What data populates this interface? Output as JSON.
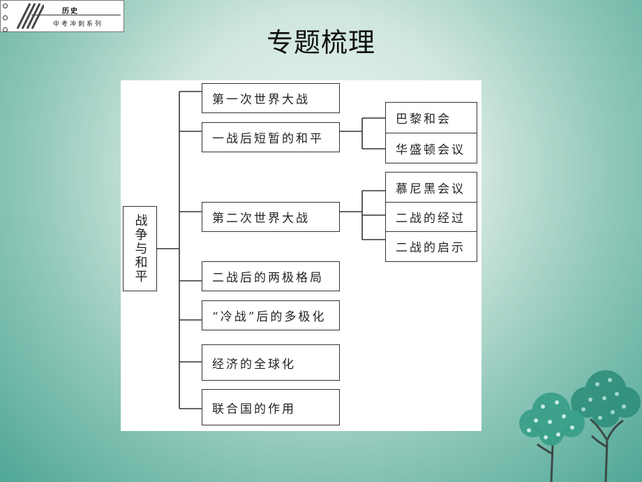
{
  "header": {
    "subject": "历史",
    "series": "中考冲刺系列"
  },
  "title": "专题梳理",
  "diagram": {
    "root": "战争与和平",
    "branches": [
      {
        "label": "第一次世界大战"
      },
      {
        "label": "一战后短暂的和平",
        "children": [
          "巴黎和会",
          "华盛顿会议"
        ]
      },
      {
        "label": "第二次世界大战",
        "children": [
          "慕尼黑会议",
          "二战的经过",
          "二战的启示"
        ]
      },
      {
        "label": "二战后的两极格局"
      },
      {
        "label": "“冷战”后的多极化"
      },
      {
        "label": "经济的全球化"
      },
      {
        "label": "联合国的作用"
      }
    ]
  },
  "colors": {
    "background_light": "#eef6f3",
    "background_dark": "#4fa796",
    "tree_light": "#9fd8c9",
    "tree_dark": "#2f8f7c",
    "trunk": "#3b4a44"
  },
  "icons": [
    "tree-icon"
  ]
}
